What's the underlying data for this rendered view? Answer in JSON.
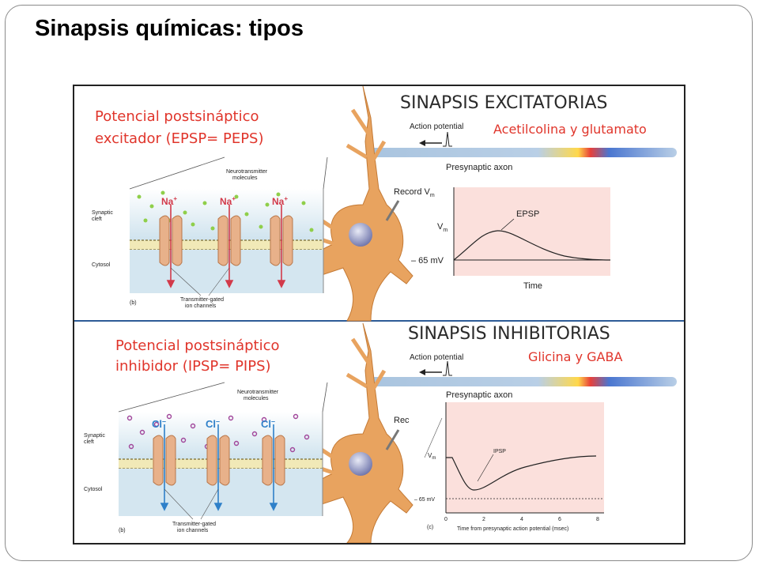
{
  "slide": {
    "title": "Sinapsis químicas: tipos"
  },
  "excitatory": {
    "heading": "SINAPSIS EXCITATORIAS",
    "subtitle_line1": "Potencial postsináptico",
    "subtitle_line2": "excitador (EPSP= PEPS)",
    "transmitters": "Acetilcolina y glutamato",
    "action_potential": "Action potential",
    "presynaptic_axon": "Presynaptic axon",
    "record": "Record V",
    "record_sub": "m",
    "ion": "Na",
    "ion_sup": "+",
    "neurotransmitter_label_1": "Neurotransmitter",
    "neurotransmitter_label_2": "molecules",
    "synaptic_cleft_1": "Synaptic",
    "synaptic_cleft_2": "cleft",
    "cytosol": "Cytosol",
    "panel_letter": "(b)",
    "channels_label_1": "Transmitter-gated",
    "channels_label_2": "ion channels",
    "graph_vm": "V",
    "graph_vm_sub": "m",
    "graph_curve_label": "EPSP",
    "graph_baseline": "– 65 mV",
    "graph_xlabel": "Time"
  },
  "inhibitory": {
    "heading": "SINAPSIS INHIBITORIAS",
    "subtitle_line1": "Potencial postsináptico",
    "subtitle_line2": "inhibidor (IPSP= PIPS)",
    "transmitters": "Glicina y GABA",
    "action_potential": "Action potential",
    "presynaptic_axon": "Presynaptic axon",
    "record": "Rec",
    "ion": "Cl",
    "ion_sup": "–",
    "neurotransmitter_label_1": "Neurotransmitter",
    "neurotransmitter_label_2": "molecules",
    "synaptic_cleft_1": "Synaptic",
    "synaptic_cleft_2": "cleft",
    "cytosol": "Cytosol",
    "panel_letter": "(b)",
    "panel_letter_c": "(c)",
    "channels_label_1": "Transmitter-gated",
    "channels_label_2": "ion channels",
    "graph_vm": "V",
    "graph_vm_sub": "m",
    "graph_curve_label": "IPSP",
    "graph_baseline": "– 65 mV",
    "graph_ticks": [
      "0",
      "2",
      "4",
      "6",
      "8"
    ],
    "graph_xlabel": "Time from presynaptic action potential (msec)"
  },
  "colors": {
    "red_text": "#e0352b",
    "heading": "#2b2b2b",
    "membrane_fluid": "#cfe3ee",
    "channel": "#e8b18a",
    "graph_bg": "#fbe0dc",
    "neuron": "#e8a35f",
    "excitatory_arrow": "#d23a4a",
    "inhibitory_arrow": "#2f80c9",
    "green_dot": "#8fcf4a",
    "purple_dot": "#a0459a"
  }
}
